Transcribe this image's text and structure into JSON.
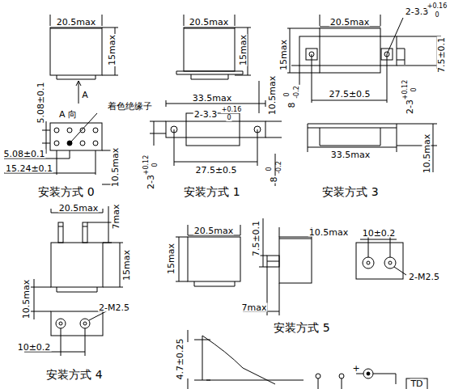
{
  "diagram": {
    "labels": [
      "20.5max",
      "15max",
      "A",
      "A 向",
      "着色绝缘子",
      "5.08±0.1",
      "5.08±0.1",
      "15.24±0.1",
      "10.5max",
      "安装方式 0",
      "20.5max",
      "15max",
      "10.5max",
      "33.5max",
      "2-3.3",
      "+0.16",
      "0",
      "27.5±0.5",
      "2-3",
      "+0.12",
      "0",
      "8",
      "0",
      "-0.2",
      "安装方式 1",
      "20.5max",
      "2-3.3",
      "+0.16",
      "0",
      "15max",
      "8",
      "0",
      "-0.2",
      "27.5±0.5",
      "2-3",
      "+0.12",
      "0",
      "7.5±0.1",
      "33.5max",
      "10.5max",
      "安装方式 3",
      "20.5max",
      "7max",
      "15max",
      "10.5max",
      "2-M2.5",
      "10±0.2",
      "安装方式 4",
      "20.5max",
      "15max",
      "7.5±0.1",
      "10.5max",
      "7max",
      "10±0.2",
      "2-M2.5",
      "安装方式 5",
      "4.7±0.25",
      "+",
      "TD"
    ]
  }
}
